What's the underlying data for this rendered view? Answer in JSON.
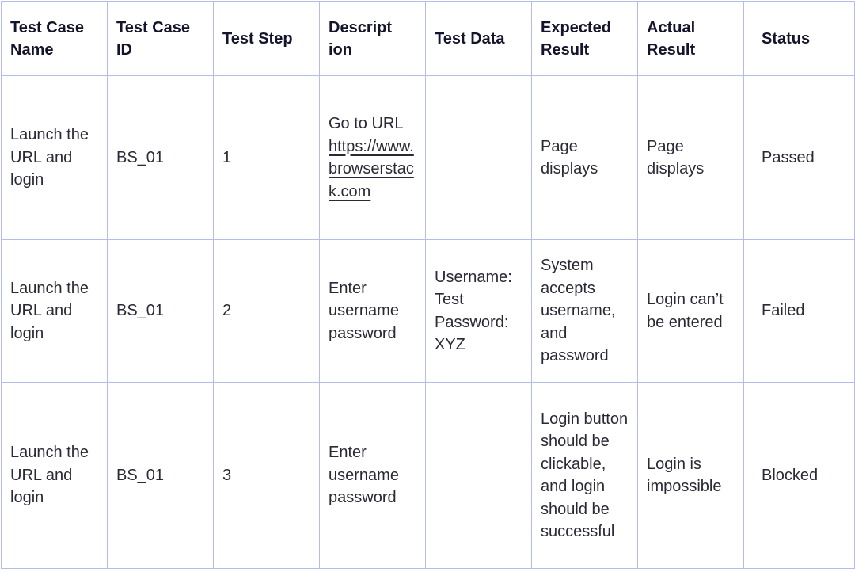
{
  "headers": {
    "name": "Test Case Name",
    "id": "Test Case ID",
    "step": "Test Step",
    "description": "Descript ion",
    "data": "Test Data",
    "expected": "Expected Result",
    "actual": "Actual Result",
    "status": "Status"
  },
  "rows": [
    {
      "name": "Launch the URL and login",
      "id": "BS_01",
      "step": "1",
      "description_prefix": "Go to URL",
      "description_link": "https://www.browserstack.com",
      "data": "",
      "expected": "Page displays",
      "actual": "Page displays",
      "status": "Passed"
    },
    {
      "name": "Launch the URL and login",
      "id": "BS_01",
      "step": "2",
      "description": "Enter username password",
      "data": "Username: Test Password: XYZ",
      "expected": "System accepts username, and password",
      "actual": "Login can’t be entered",
      "status": "Failed"
    },
    {
      "name": "Launch the URL and login",
      "id": "BS_01",
      "step": "3",
      "description": "Enter username password",
      "data": "",
      "expected": "Login button should be clickable, and login should be successful",
      "actual": "Login is impossible",
      "status": "Blocked"
    }
  ]
}
